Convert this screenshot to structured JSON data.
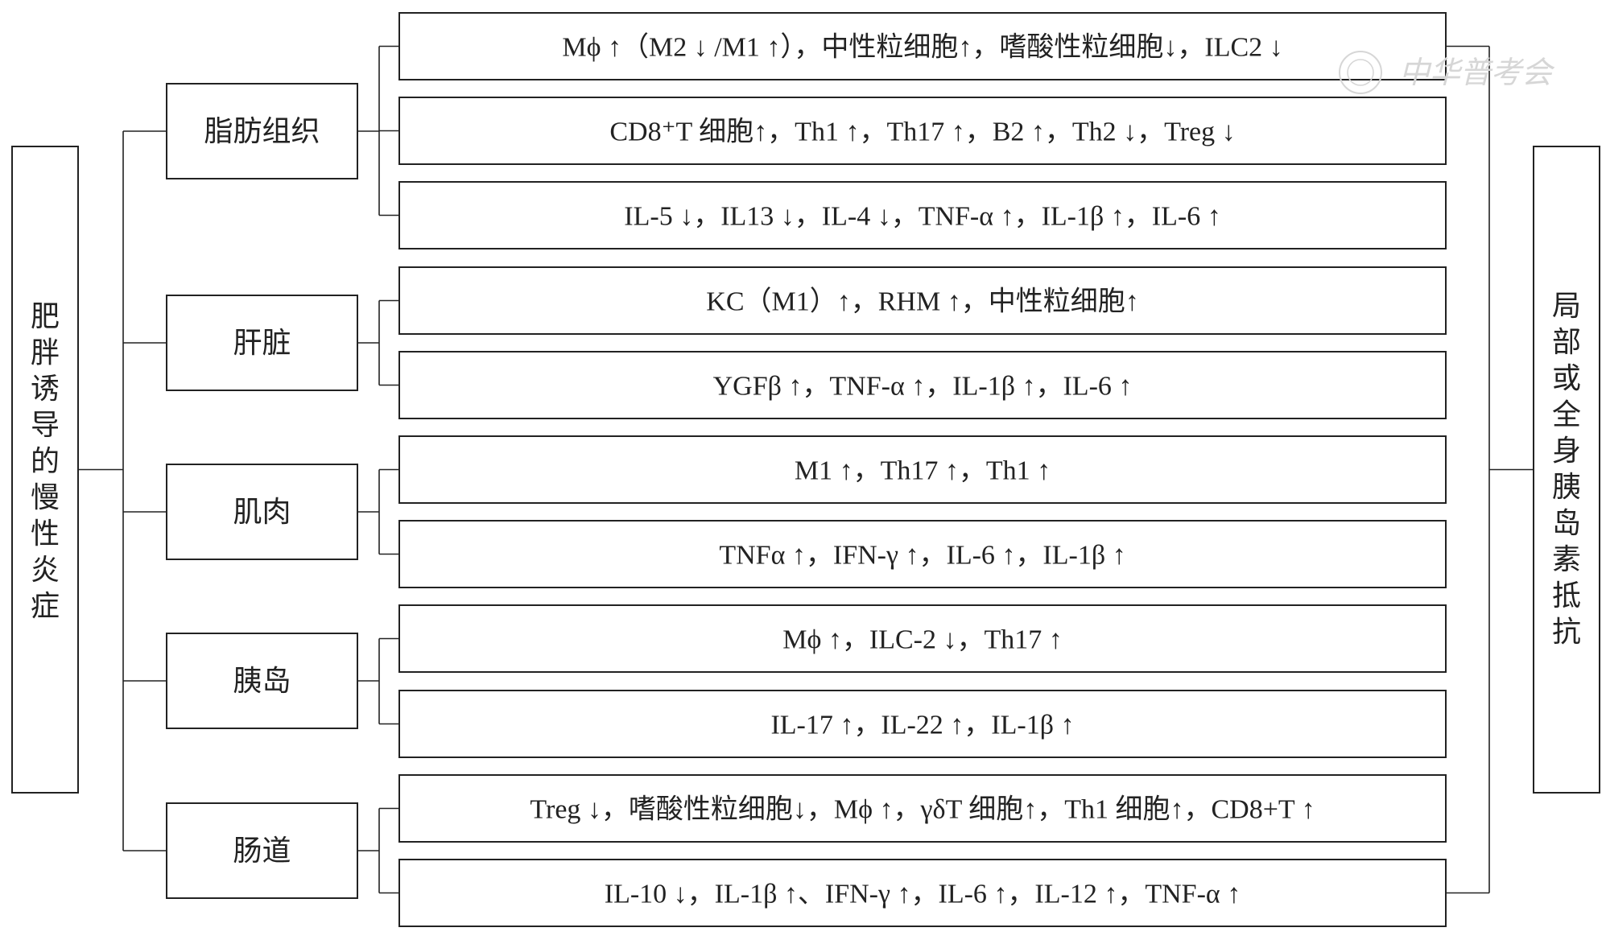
{
  "root": "肥胖诱导的慢性炎症",
  "outcome": "局部或全身胰岛素抵抗",
  "tissues": [
    {
      "name": "脂肪组织",
      "effects": [
        "Mϕ ↑（M2 ↓ /M1 ↑），中性粒细胞↑，嗜酸性粒细胞↓，ILC2 ↓",
        "CD8⁺T 细胞↑，Th1 ↑，Th17 ↑，B2 ↑，Th2 ↓，Treg ↓",
        "IL-5 ↓，IL13 ↓，IL-4 ↓，TNF-α ↑，IL-1β ↑，IL-6 ↑"
      ]
    },
    {
      "name": "肝脏",
      "effects": [
        "KC（M1）↑，RHM ↑，中性粒细胞↑",
        "YGFβ ↑，TNF-α ↑，IL-1β ↑，IL-6 ↑"
      ]
    },
    {
      "name": "肌肉",
      "effects": [
        "M1 ↑，Th17 ↑，Th1 ↑",
        "TNFα ↑，IFN-γ ↑，IL-6 ↑，IL-1β ↑"
      ]
    },
    {
      "name": "胰岛",
      "effects": [
        "Mϕ ↑，ILC-2 ↓，Th17 ↑",
        "IL-17 ↑，IL-22 ↑，IL-1β ↑"
      ]
    },
    {
      "name": "肠道",
      "effects": [
        "Treg ↓，嗜酸性粒细胞↓，Mϕ ↑，γδT 细胞↑，Th1 细胞↑，CD8+T ↑",
        "IL-10 ↓，IL-1β ↑、IFN-γ ↑，IL-6 ↑，IL-12 ↑，TNF-α ↑"
      ]
    }
  ],
  "watermark": "中华普考会"
}
